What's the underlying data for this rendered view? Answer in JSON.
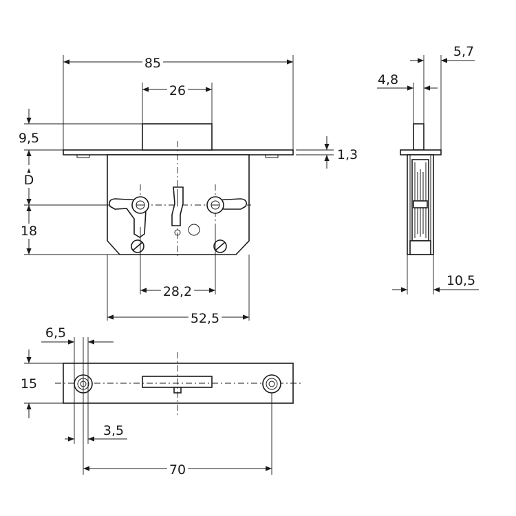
{
  "dimensions": {
    "faceplate_width": "85",
    "keyhole_spacing_top": "26",
    "backset_top": "9,5",
    "faceplate_thickness": "1,3",
    "backset_label": "D",
    "lower_offset": "18",
    "pivot_spacing": "28,2",
    "case_width": "52,5",
    "side_bolt_offset": "4,8",
    "side_plate_offset": "5,7",
    "side_depth": "10,5",
    "bottom_hole_inset": "6,5",
    "bottom_height": "15",
    "bottom_hole_diameter": "3,5",
    "bottom_hole_spacing": "70"
  }
}
